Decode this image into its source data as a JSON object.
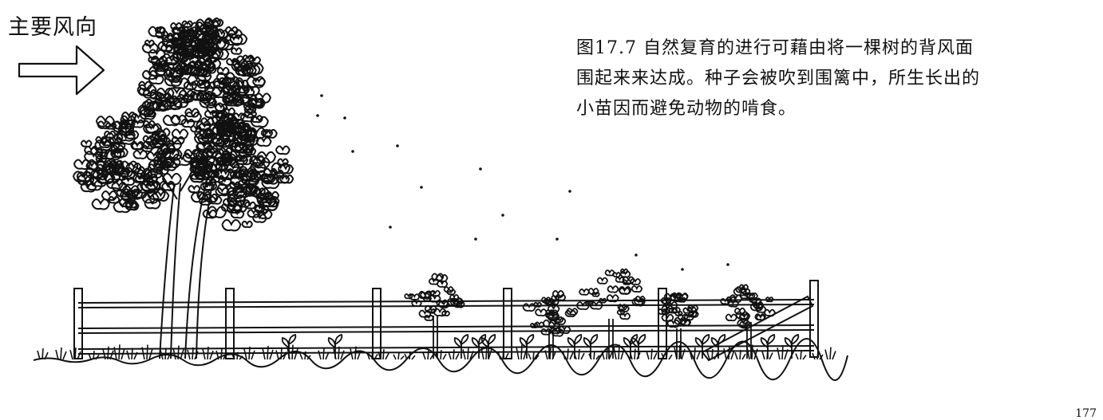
{
  "wind_label": "主要风向",
  "caption": {
    "lines": [
      "图17.7 自然复育的进行可藉由将一棵树的背风面",
      "围起来来达成。种子会被吹到围篱中，所生长出的",
      "小苗因而避免动物的啃食。"
    ]
  },
  "page_number": "177",
  "icons": [
    "wind-arrow-icon",
    "tree-icon",
    "fence-icon",
    "seed-icon",
    "sapling-icon"
  ]
}
